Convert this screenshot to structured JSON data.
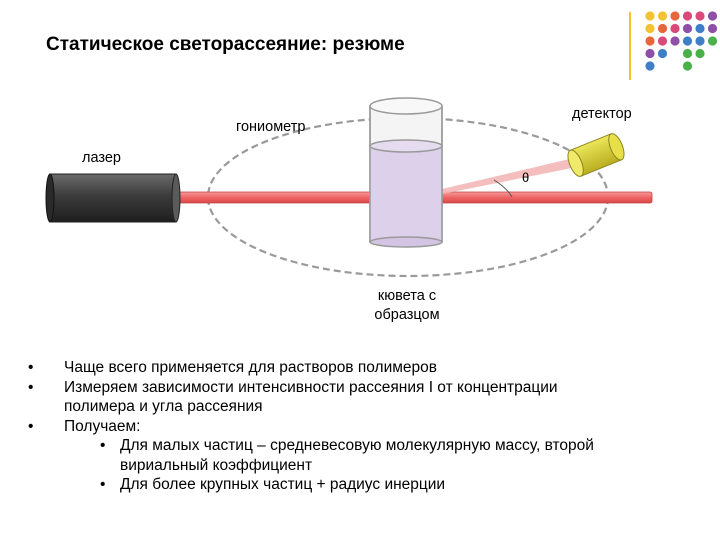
{
  "slide": {
    "title": "Статическое светорассеяние: резюме"
  },
  "diagram": {
    "label_goniometer": "гониометр",
    "label_laser": "лазер",
    "label_detector": "детектор",
    "label_theta": "θ",
    "label_cuvette_line1": "кювета с",
    "label_cuvette_line2": "образцом",
    "colors": {
      "laser_body": "#3b3b3b",
      "beam": "#ef6a6a",
      "scattered_beam": "#f4b7b7",
      "cuvette_liquid": "#dcd0ea",
      "detector": "#d8d03a",
      "goniometer_circle": "#9a9a9a"
    }
  },
  "bullets": {
    "b1": "Чаще всего применяется для растворов полимеров",
    "b2_line1": "Измеряем зависимости интенсивности рассеяния I от концентрации",
    "b2_line2": "полимера и угла рассеяния",
    "b3": "Получаем:",
    "b3a_line1": "Для малых частиц – средневесовую молекулярную массу, второй",
    "b3a_line2": "вириальный коэффициент",
    "b3b": "Для более крупных частиц + радиус инерции",
    "bullet_symbol": "•"
  },
  "decoration": {
    "dot_colors": [
      "#f2c230",
      "#e8663c",
      "#d94a7a",
      "#8e4fa8",
      "#3f7fc8",
      "#4ab04a"
    ]
  }
}
